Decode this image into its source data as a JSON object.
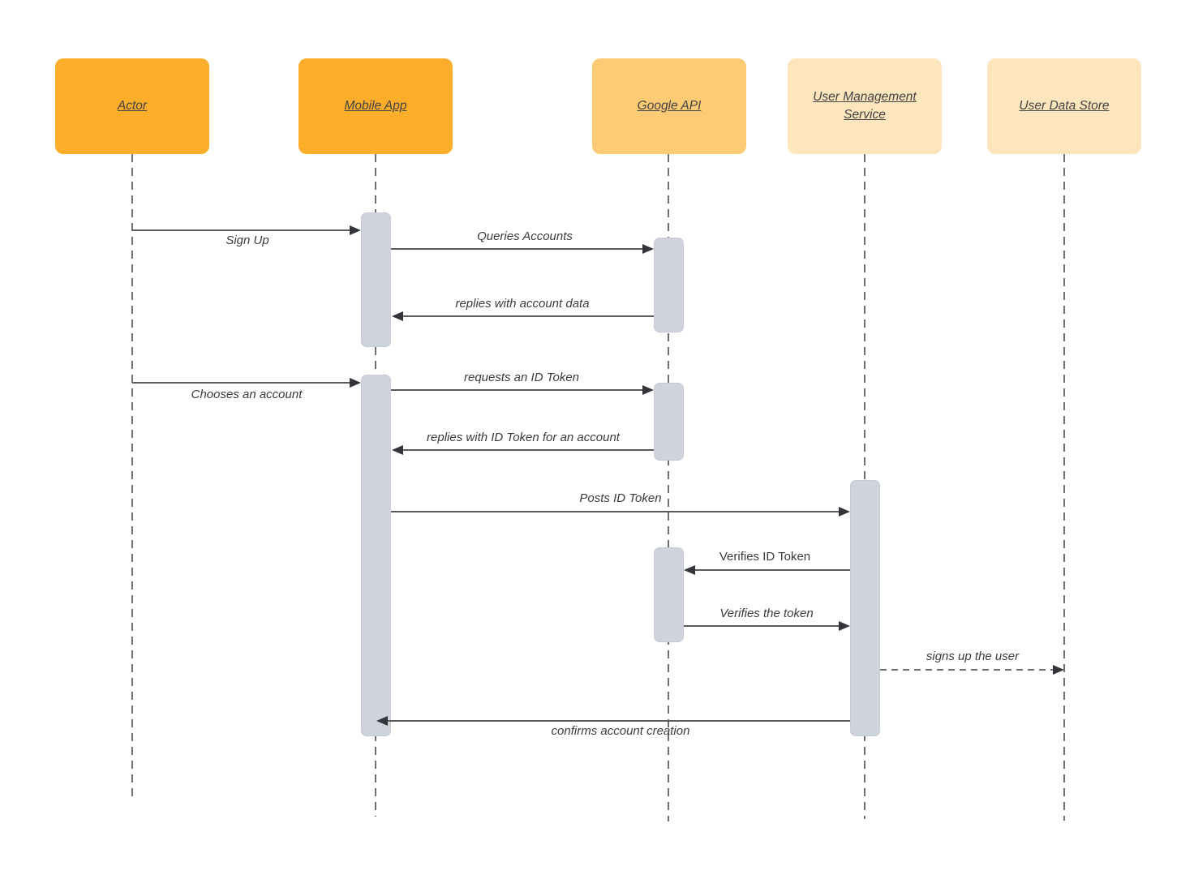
{
  "diagram": {
    "type": "uml-sequence-diagram",
    "participants": [
      {
        "name": "Actor",
        "color": "#FCAE2B"
      },
      {
        "name": "Mobile App",
        "color": "#FCAE2B"
      },
      {
        "name": "Google API",
        "color": "#FDCB74"
      },
      {
        "name": "User Management Service",
        "color": "#FDE5BD"
      },
      {
        "name": "User Data Store",
        "color": "#FDE5BD"
      }
    ],
    "messages": [
      {
        "label": "Sign Up",
        "from": "Actor",
        "to": "Mobile App",
        "line": "solid",
        "label_position": "below",
        "italic": true
      },
      {
        "label": "Queries Accounts",
        "from": "Mobile App",
        "to": "Google API",
        "line": "solid",
        "label_position": "above",
        "italic": true
      },
      {
        "label": "replies with account data",
        "from": "Google API",
        "to": "Mobile App",
        "line": "solid",
        "label_position": "above",
        "italic": true
      },
      {
        "label": "Chooses an account",
        "from": "Actor",
        "to": "Mobile App",
        "line": "solid",
        "label_position": "below",
        "italic": true
      },
      {
        "label": "requests an ID Token",
        "from": "Mobile App",
        "to": "Google API",
        "line": "solid",
        "label_position": "above",
        "italic": true
      },
      {
        "label": "replies with ID Token for an account",
        "from": "Google API",
        "to": "Mobile App",
        "line": "solid",
        "label_position": "above",
        "italic": true
      },
      {
        "label": "Posts ID Token",
        "from": "Mobile App",
        "to": "User Management Service",
        "line": "solid",
        "label_position": "above",
        "italic": true
      },
      {
        "label": "Verifies ID Token",
        "from": "User Management Service",
        "to": "Google API",
        "line": "solid",
        "label_position": "above",
        "italic": false
      },
      {
        "label": "Verifies the token",
        "from": "Google API",
        "to": "User Management Service",
        "line": "solid",
        "label_position": "above",
        "italic": true
      },
      {
        "label": "signs up the user",
        "from": "User Management Service",
        "to": "User Data Store",
        "line": "dashed",
        "label_position": "above",
        "italic": true
      },
      {
        "label": "confirms account creation",
        "from": "User Management Service",
        "to": "Mobile App",
        "line": "solid",
        "label_position": "below",
        "italic": true
      }
    ],
    "colors": {
      "participant_strong": "#FCAE2B",
      "participant_medium": "#FDCB74",
      "participant_light": "#FDE5BD",
      "activation_fill": "#CFD4DC",
      "message_line": "#5B5B5B",
      "lifeline": "#6F6F6F",
      "text": "#3B3B3B",
      "background": "#FFFFFF"
    }
  }
}
